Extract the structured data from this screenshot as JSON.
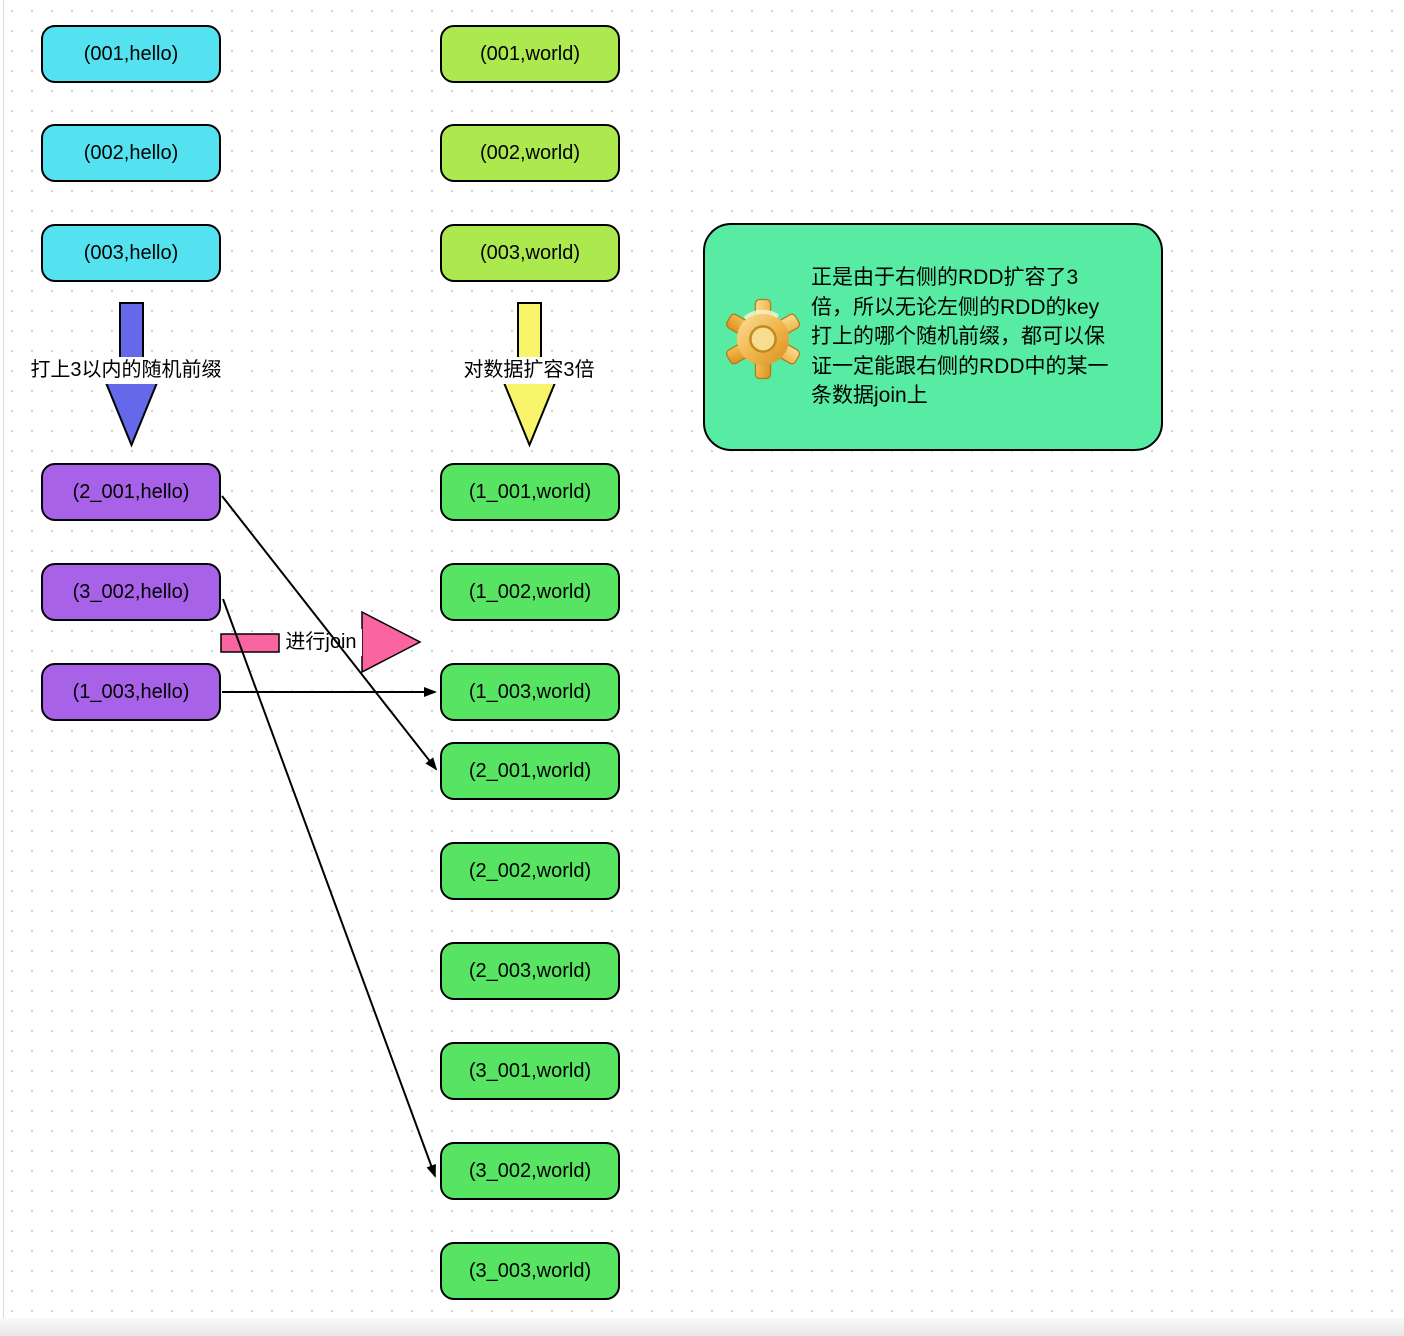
{
  "palette": {
    "cyan": "#55e2f0",
    "yellow_green": "#abe94f",
    "purple": "#a862e8",
    "green": "#58e463",
    "mint": "#57eba3",
    "pink": "#fa64a0",
    "blue": "#6468e9",
    "yellow": "#f8f56b"
  },
  "left_rdd": {
    "original": [
      {
        "label": "(001,hello)"
      },
      {
        "label": "(002,hello)"
      },
      {
        "label": "(003,hello)"
      }
    ],
    "transform_label": "打上3以内的随机前缀",
    "prefixed": [
      {
        "label": "(2_001,hello)"
      },
      {
        "label": "(3_002,hello)"
      },
      {
        "label": "(1_003,hello)"
      }
    ]
  },
  "right_rdd": {
    "original": [
      {
        "label": "(001,world)"
      },
      {
        "label": "(002,world)"
      },
      {
        "label": "(003,world)"
      }
    ],
    "transform_label": "对数据扩容3倍",
    "expanded": [
      {
        "label": "(1_001,world)"
      },
      {
        "label": "(1_002,world)"
      },
      {
        "label": "(1_003,world)"
      },
      {
        "label": "(2_001,world)"
      },
      {
        "label": "(2_002,world)"
      },
      {
        "label": "(2_003,world)"
      },
      {
        "label": "(3_001,world)"
      },
      {
        "label": "(3_002,world)"
      },
      {
        "label": "(3_003,world)"
      }
    ]
  },
  "join": {
    "label": "进行join",
    "links": [
      {
        "from": "(2_001,hello)",
        "to": "(2_001,world)"
      },
      {
        "from": "(3_002,hello)",
        "to": "(3_002,world)"
      },
      {
        "from": "(1_003,hello)",
        "to": "(1_003,world)"
      }
    ]
  },
  "callout": {
    "icon": "gear-icon",
    "lines": [
      "正是由于右侧的RDD扩容了3",
      "倍，所以无论左侧的RDD的key",
      "打上的哪个随机前缀，都可以保",
      "证一定能跟右侧的RDD中的某一",
      "条数据join上"
    ]
  }
}
